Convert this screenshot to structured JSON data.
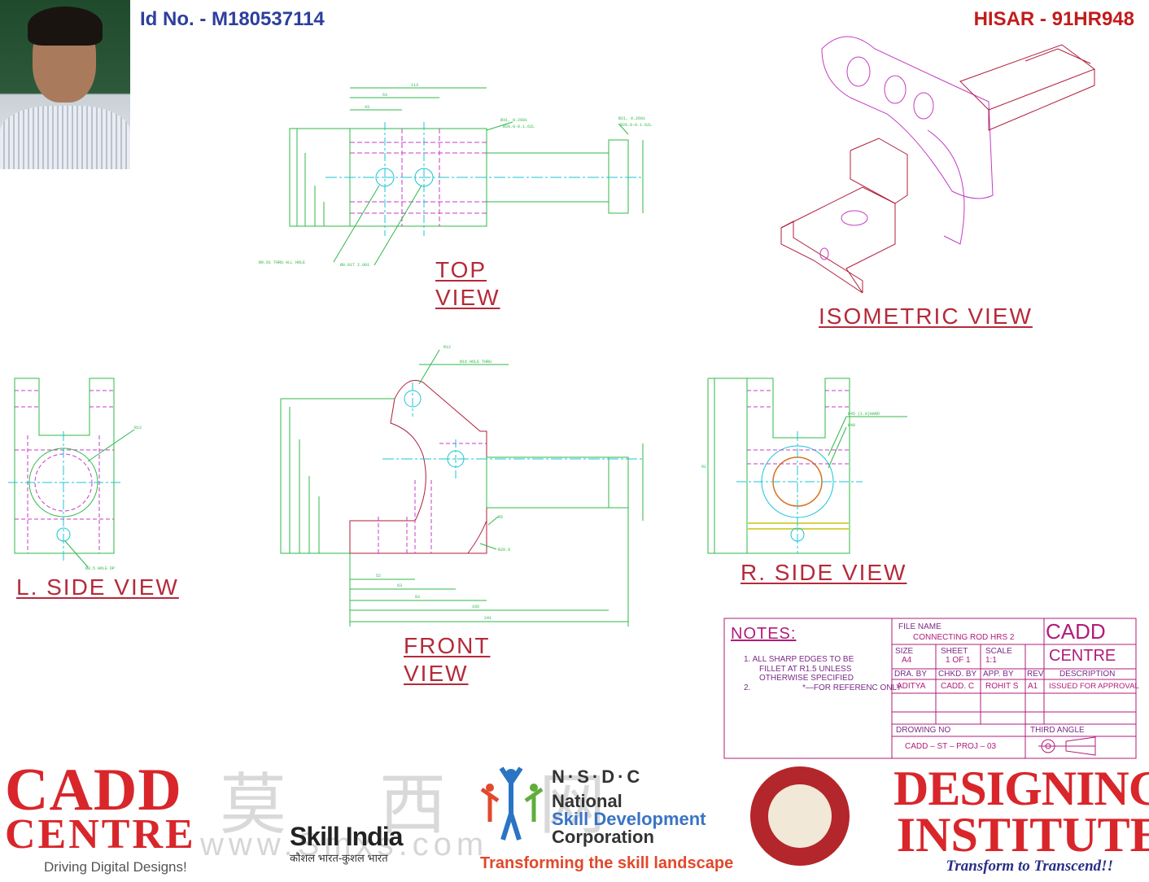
{
  "header": {
    "id_no": "Id No. - M180537114",
    "center": "HISAR - 91HR948"
  },
  "views": {
    "top": [
      "TOP",
      "VIEW"
    ],
    "isometric": "ISOMETRIC  VIEW",
    "left_side": "L. SIDE  VIEW",
    "front": [
      "FRONT",
      "VIEW"
    ],
    "right_side": "R. SIDE  VIEW"
  },
  "title_block": {
    "notes_title": "NOTES:",
    "note_1": [
      "1.   ALL SHARP EDGES TO BE",
      "FILLET AT R1.5 UNLESS",
      "OTHERWISE SPECIFIED"
    ],
    "note_2": [
      "2.",
      "*—FOR REFERENC ONLY"
    ],
    "file_name_label": "FILE  NAME",
    "file_name": "CONNECTING ROD HRS 2",
    "size_label": "SIZE",
    "size": "A4",
    "sheet_label": "SHEET",
    "sheet": "1  OF  1",
    "scale_label": "SCALE",
    "scale": "1:1",
    "company": [
      "CADD",
      "CENTRE"
    ],
    "dra_by_label": "DRA.  BY",
    "chkd_by_label": "CHKD. BY",
    "app_by_label": "APP. BY",
    "rev_label": "REV",
    "description_label": "DESCRIPTION",
    "dra_by": "ADITYA",
    "chkd_by": "CADD. C",
    "app_by": "ROHIT S",
    "rev": "A1",
    "description": "ISSUED FOR APPROVAL",
    "drawing_no_label": "DROWING NO",
    "drawing_no": "CADD  –  ST  –  PROJ  –  03",
    "projection": "THIRD  ANGLE"
  },
  "logos": {
    "cadd": [
      "CADD",
      "CENTRE"
    ],
    "cadd_tag": "Driving Digital Designs!",
    "skill_india": "Skill India",
    "skill_india_sub": "कौशल भारत-कुशल भारत",
    "nsdc_abbr": "N·S·D·C",
    "nsdc_name": [
      "National",
      "Skill Development",
      "Corporation"
    ],
    "nsdc_tag": "Transforming the skill landscape",
    "designing": [
      "DESIGNING",
      "INSTITUTE"
    ],
    "designing_tag": "Transform to Transcend!!",
    "watermark": "莫 西 网",
    "watermark_url": "www.Smxs.com"
  },
  "colors": {
    "outline": "#3bb54a",
    "hidden": "#c43cc4",
    "center": "#19c5d6",
    "solid": "#b01c3a",
    "dimension": "#2fb84a",
    "bore": "#d7721f"
  }
}
